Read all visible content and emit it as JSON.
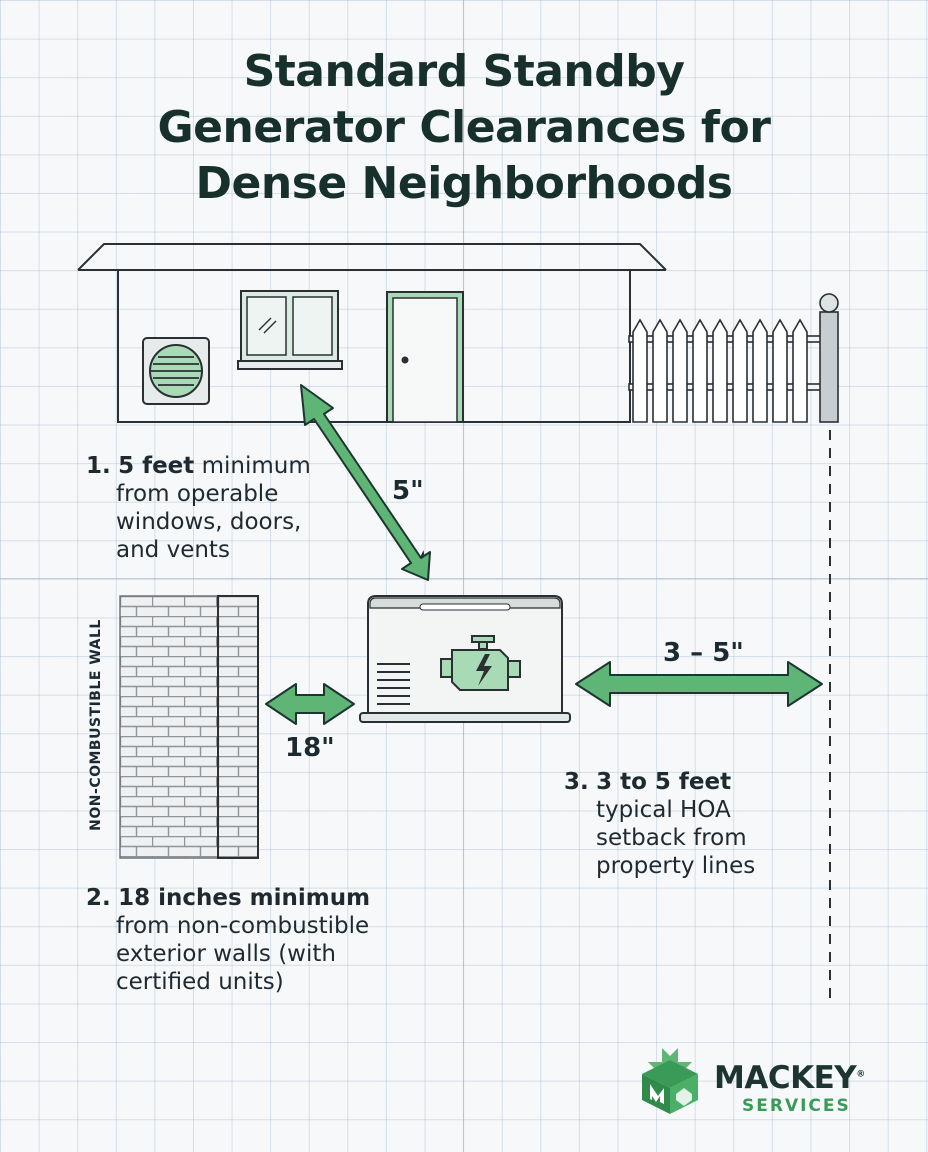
{
  "title": {
    "line1": "Standard Standby",
    "line2": "Generator Clearances for",
    "line3": "Dense Neighborhoods"
  },
  "labels": {
    "one_num": "1.",
    "one_bold": "5 feet",
    "one_rest": " minimum",
    "one_line2": "from operable",
    "one_line3": "windows, doors,",
    "one_line4": "and vents",
    "two_num": "2.",
    "two_bold": "18 inches minimum",
    "two_line2": "from non-combustible",
    "two_line3": "exterior walls (with",
    "two_line4": "certified units)",
    "three_num": "3.",
    "three_bold": "3 to 5 feet",
    "three_line2": "typical HOA",
    "three_line3": "setback from",
    "three_line4": "property lines"
  },
  "dimensions": {
    "window": "5\"",
    "wall": "18\"",
    "property_line": "3 – 5\""
  },
  "wall_label": "NON-COMBUSTIBLE WALL",
  "logo": {
    "brand": "MACKEY",
    "registered": "®",
    "sub": "SERVICES"
  },
  "icons": [
    "vent-icon",
    "window-icon",
    "door-icon",
    "fence-icon",
    "brick-wall-icon",
    "generator-icon",
    "engine-icon",
    "logo-mark-icon"
  ],
  "colors": {
    "accent_green": "#5fb575",
    "arrow_outline": "#1d3531",
    "line": "#2a2f33",
    "brand_green": "#3a9a58"
  }
}
